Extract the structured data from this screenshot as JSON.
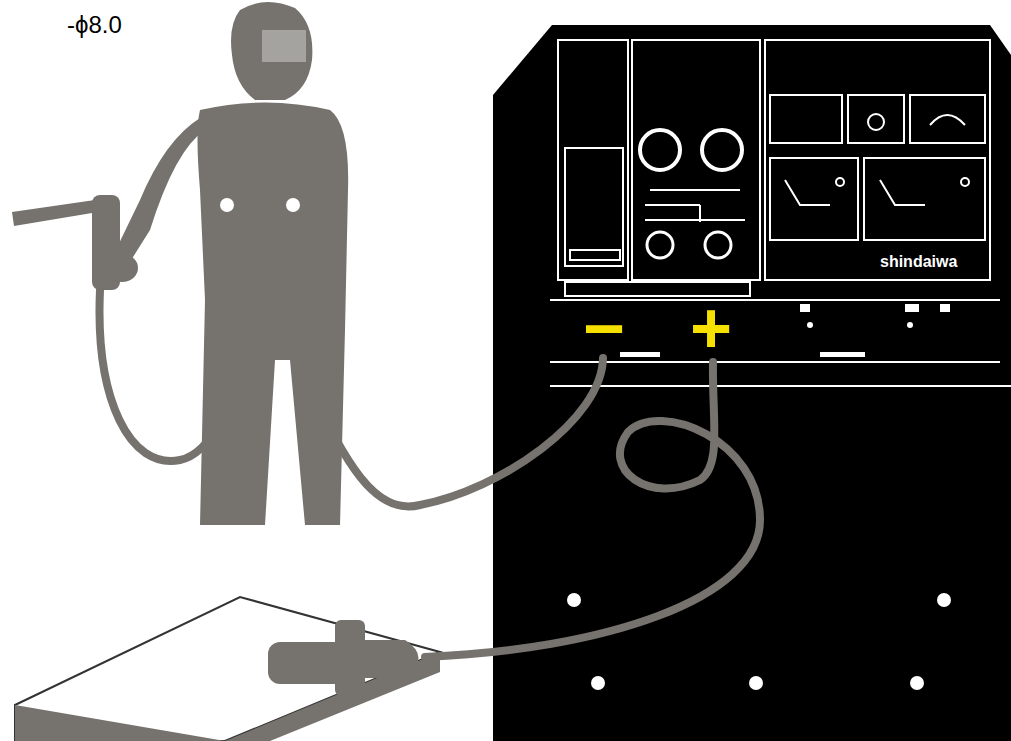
{
  "diagram": {
    "labels": [
      "-ϕ8.0",
      "shindaiwa",
      "−",
      "+"
    ]
  }
}
